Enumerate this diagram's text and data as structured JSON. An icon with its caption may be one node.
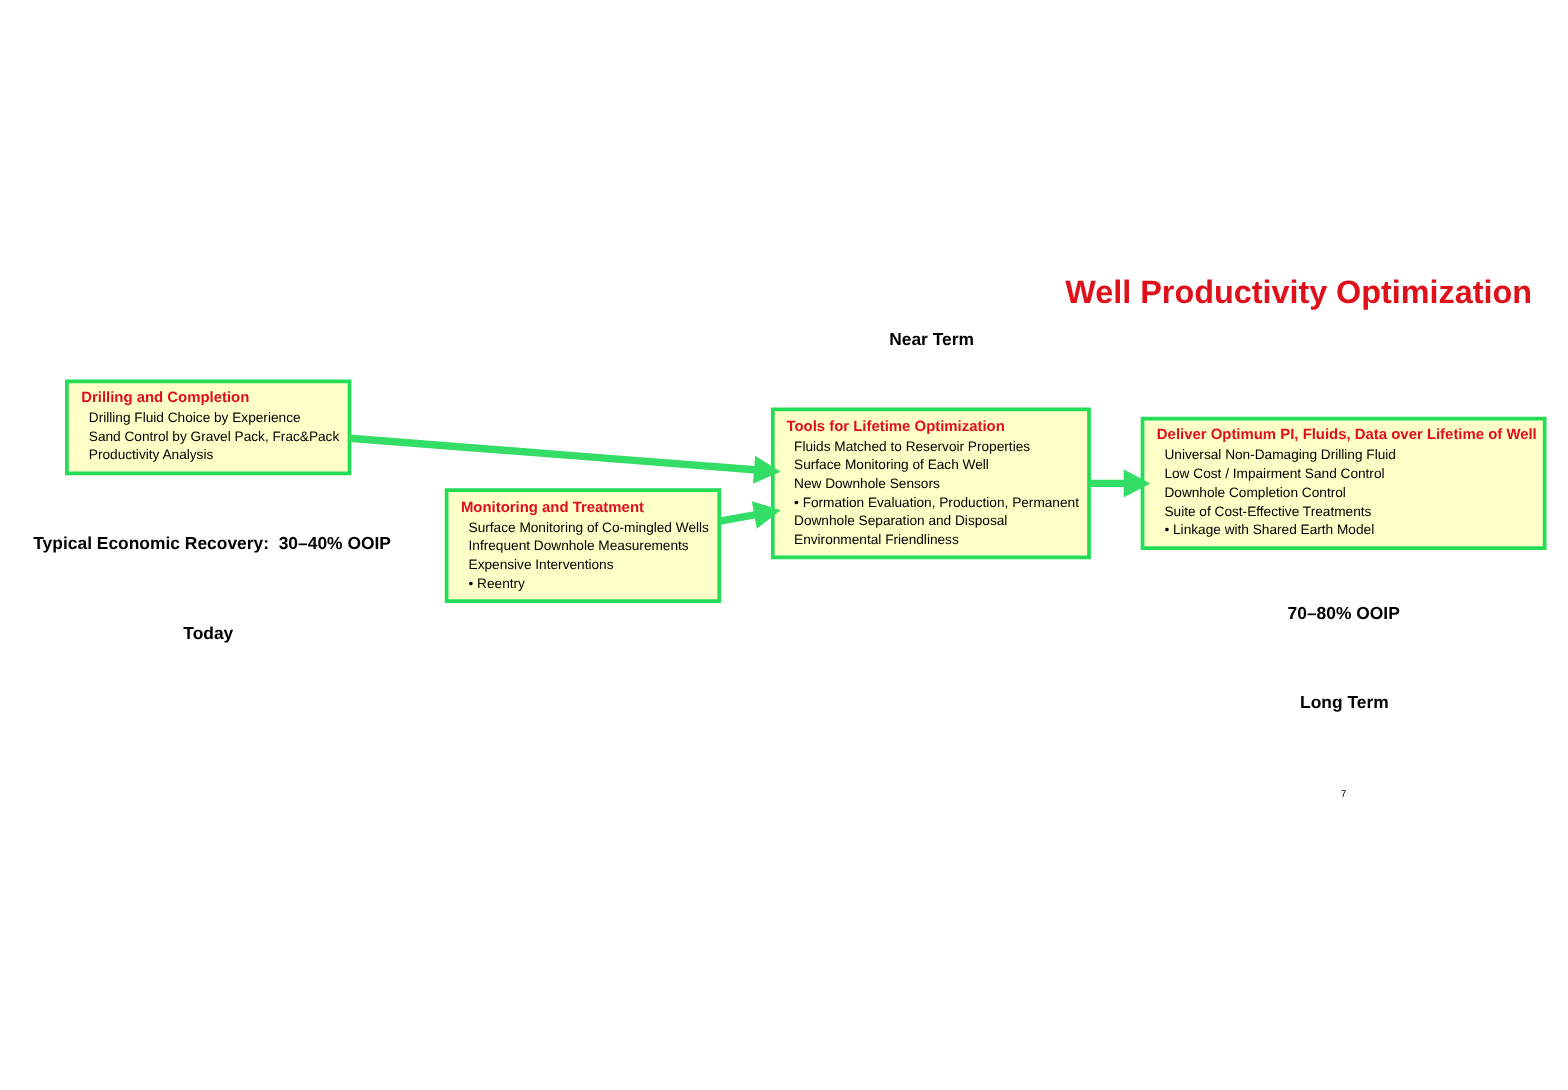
{
  "diagram": {
    "title": "Well Productivity Optimization",
    "nodes": [
      {
        "text": [
          "Drilling and Completion",
          "Drilling Fluid Choice by Experience",
          "Sand Control by Gravel Pack, Frac&Pack",
          "Productivity Analysis"
        ]
      },
      {
        "text": [
          "Tools for Lifetime Optimization",
          "Fluids Matched to Reservoir Properties",
          "Surface Monitoring of Each Well",
          "New Downhole Sensors",
          "• Formation Evaluation, Production, Permanent",
          "Downhole Separation and Disposal",
          "Environmental Friendliness"
        ]
      },
      {
        "text": [
          "Monitoring and Treatment",
          "Surface Monitoring of Co-mingled Wells",
          "Infrequent Downhole Measurements",
          "Expensive Interventions",
          "• Reentry"
        ]
      },
      {
        "text": [
          "Deliver Optimum PI, Fluids, Data over Lifetime of Well",
          "Universal Non-Damaging Drilling Fluid",
          "Low Cost / Impairment Sand Control",
          "Downhole Completion Control",
          "Suite of Cost-Effective Treatments",
          "• Linkage with Shared Earth Model"
        ]
      }
    ],
    "edges": [
      {
        "from": 0,
        "to": 1,
        "arrow": "to"
      },
      {
        "from": 2,
        "to": 1,
        "arrow": "to"
      },
      {
        "from": 1,
        "to": 3,
        "arrow": "to"
      }
    ],
    "labels": [
      "Typical Economic Recovery:  30–40% OOIP",
      "70–80% OOIP",
      "Today",
      "Near Term",
      "Long Term",
      "7"
    ]
  }
}
